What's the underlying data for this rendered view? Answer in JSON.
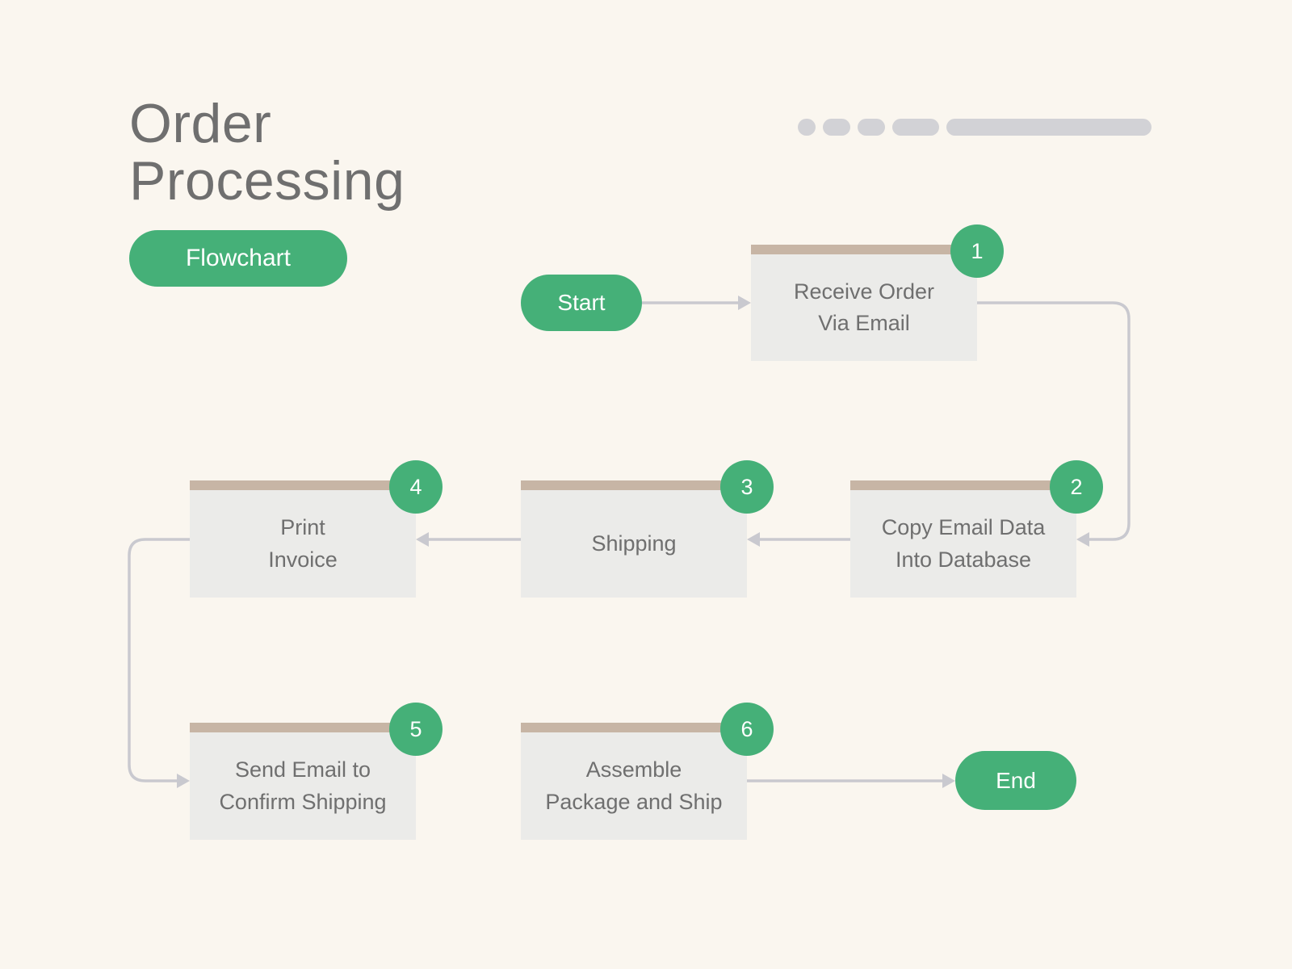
{
  "title": {
    "line1": "Order",
    "line2": "Processing",
    "badge": "Flowchart"
  },
  "terminals": {
    "start": "Start",
    "end": "End"
  },
  "steps": [
    {
      "num": "1",
      "label": "Receive Order\nVia Email"
    },
    {
      "num": "2",
      "label": "Copy Email Data\nInto Database"
    },
    {
      "num": "3",
      "label": "Shipping"
    },
    {
      "num": "4",
      "label": "Print\nInvoice"
    },
    {
      "num": "5",
      "label": "Send Email to\nConfirm Shipping"
    },
    {
      "num": "6",
      "label": "Assemble\nPackage and Ship"
    }
  ],
  "colors": {
    "green": "#45b078",
    "box_fill": "#ebebe9",
    "box_top_bar": "#c7b5a5",
    "arrow": "#c9c9cf",
    "background": "#faf6ef",
    "text": "#6f6f6f",
    "decorative": "#d2d2d6"
  }
}
